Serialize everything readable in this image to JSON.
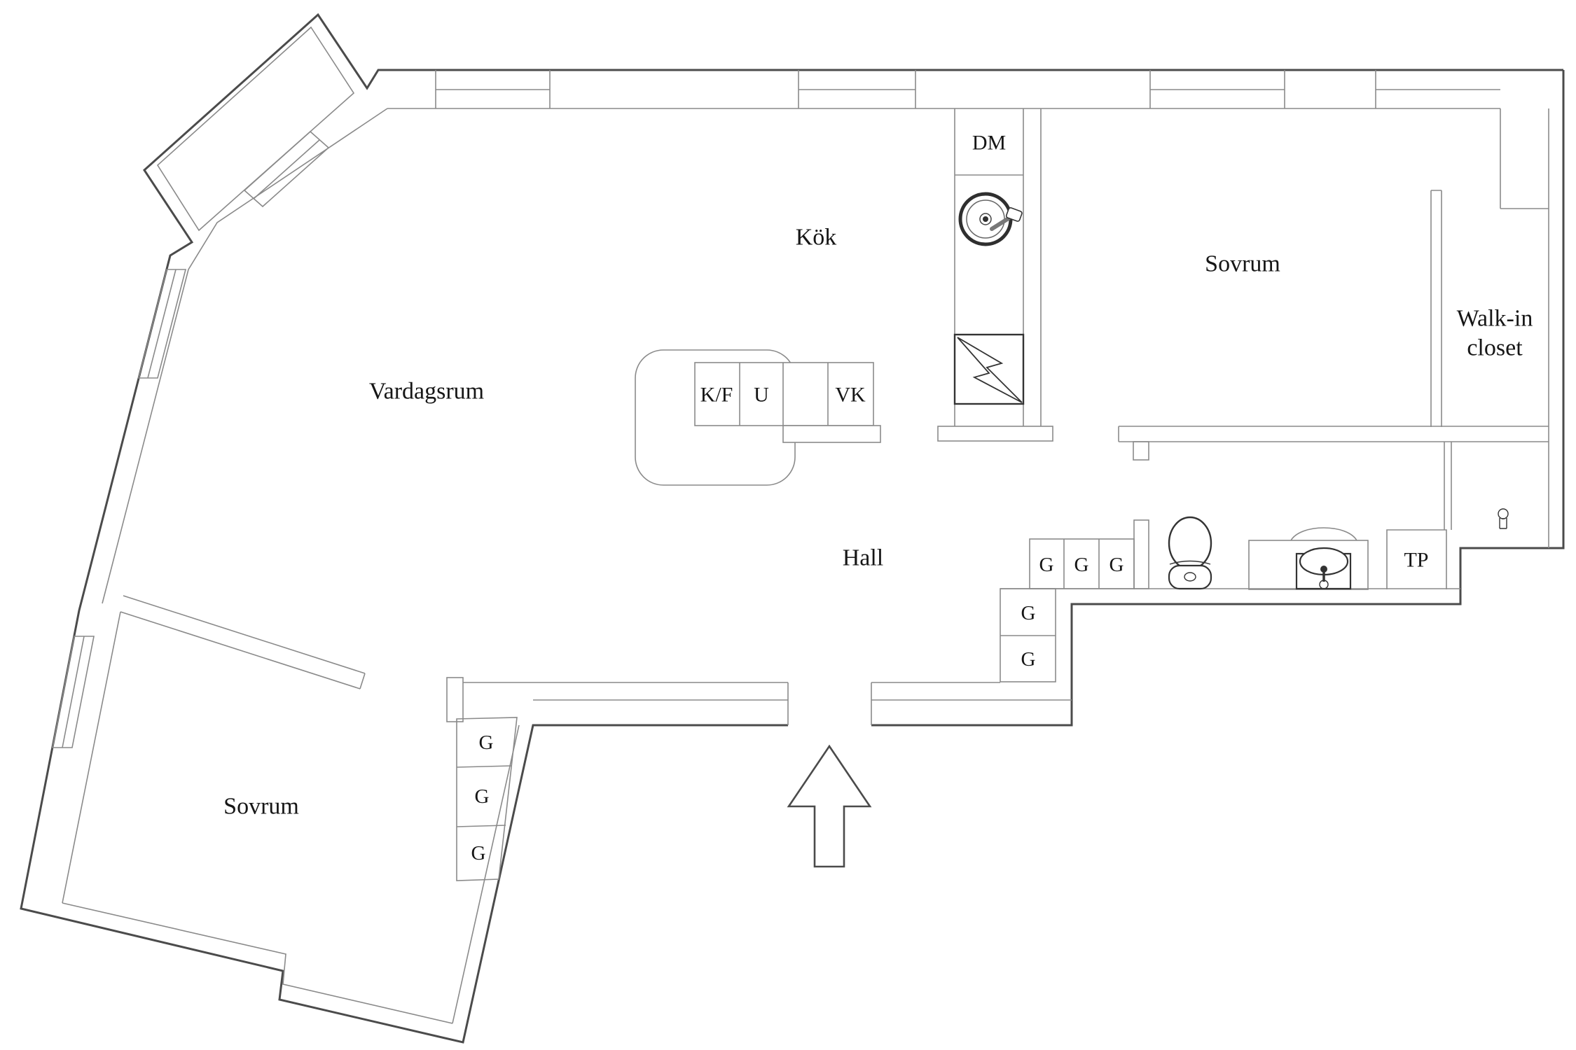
{
  "title": "apartment-floor-plan",
  "rooms": {
    "living": "Vardagsrum",
    "kitchen": "Kök",
    "hall": "Hall",
    "bedroom_left": "Sovrum",
    "bedroom_right": "Sovrum",
    "walk_in_line1": "Walk-in",
    "walk_in_line2": "closet"
  },
  "fixtures": {
    "dishwasher": "DM",
    "fridge_freezer": "K/F",
    "oven": "U",
    "water_heater": "VK",
    "drying_cabinet": "TP",
    "wardrobe": "G"
  },
  "colors": {
    "outer_wall": "#4b4b4b",
    "inner_wall": "#8a8a8a",
    "fixture_line": "#333333",
    "text": "#161616",
    "background": "#ffffff"
  }
}
